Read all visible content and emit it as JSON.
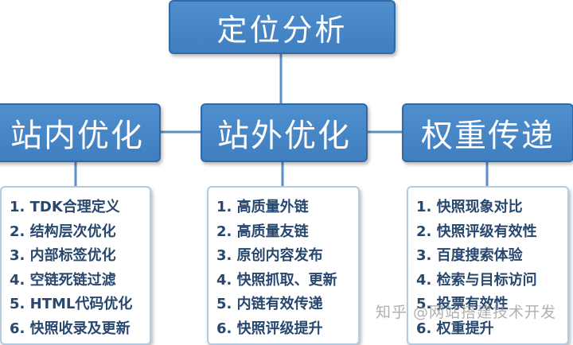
{
  "root": {
    "title": "定位分析"
  },
  "branches": [
    {
      "title": "站内优化",
      "items": [
        "1. TDK合理定义",
        "2. 结构层次优化",
        "3. 内部标签优化",
        "4. 空链死链过滤",
        "5. HTML代码优化",
        "6. 快照收录及更新"
      ]
    },
    {
      "title": "站外优化",
      "items": [
        "1. 高质量外链",
        "2. 高质量友链",
        "3. 原创内容发布",
        "4. 快照抓取、更新",
        "5. 内链有效传递",
        "6. 快照评级提升"
      ]
    },
    {
      "title": "权重传递",
      "items": [
        "1. 快照现象对比",
        "2. 快照评级有效性",
        "3. 百度搜索体验",
        "4. 检索与目标访问",
        "5. 投票有效性",
        "6. 权重提升"
      ]
    }
  ],
  "watermark": "知乎 @网站搭建技术开发",
  "colors": {
    "node_fill": "#4a89c8",
    "node_border": "#2f6aa8",
    "connector": "#5b8fc7",
    "item_text": "#27476e"
  }
}
